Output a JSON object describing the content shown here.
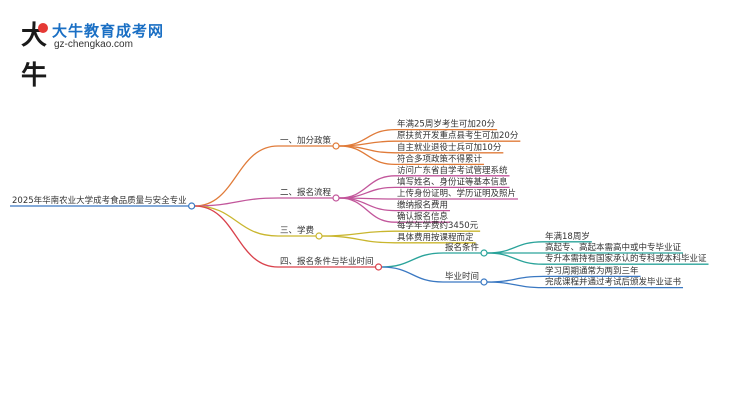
{
  "logo": {
    "glyph": "大牛",
    "name": "大牛教育成考网",
    "url": "gz-chengkao.com"
  },
  "root": "2025年华南农业大学成考食品质量与安全专业",
  "branches": [
    {
      "label": "一、加分政策",
      "color": "#e07b39",
      "children": [
        "年满25周岁考生可加20分",
        "原扶贫开发重点县考生可加20分",
        "自主就业退役士兵可加10分",
        "符合多项政策不得累计"
      ]
    },
    {
      "label": "二、报名流程",
      "color": "#c2569b",
      "children": [
        "访问广东省自学考试管理系统",
        "填写姓名、身份证等基本信息",
        "上传身份证明、学历证明及照片",
        "缴纳报名费用",
        "确认报名信息"
      ]
    },
    {
      "label": "三、学费",
      "color": "#c9b62e",
      "children": [
        "每学年学费约3450元",
        "具体费用按课程而定"
      ]
    },
    {
      "label": "四、报名条件与毕业时间",
      "color": "#d9414b",
      "children": [
        {
          "label": "报名条件",
          "color": "#2aa39a",
          "children": [
            "年满18周岁",
            "高起专、高起本需高中或中专毕业证",
            "专升本需持有国家承认的专科或本科毕业证"
          ]
        },
        {
          "label": "毕业时间",
          "color": "#3a78c2",
          "children": [
            "学习周期通常为两到三年",
            "完成课程并通过考试后颁发毕业证书"
          ]
        }
      ]
    }
  ]
}
